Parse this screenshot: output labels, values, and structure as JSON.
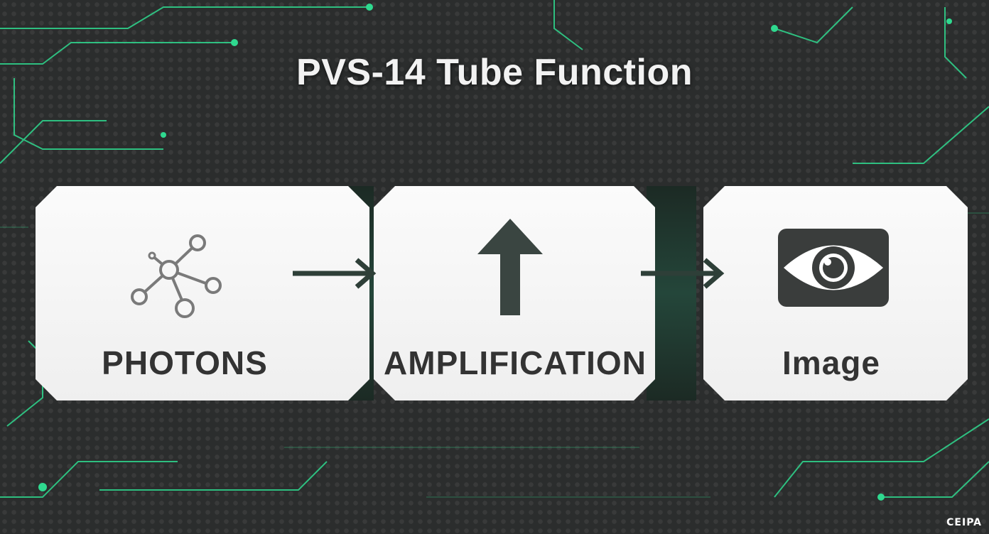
{
  "title": "PVS-14 Tube Function",
  "steps": [
    {
      "label": "PHOTONS",
      "icon": "molecule-icon"
    },
    {
      "label": "AMPLIFICATION",
      "icon": "up-arrow-icon"
    },
    {
      "label": "Image",
      "icon": "eye-icon"
    }
  ],
  "connectors": [
    "right-arrow-icon",
    "right-arrow-icon"
  ],
  "watermark": "CEIPA",
  "colors": {
    "background": "#2b2d2d",
    "circuit_green": "#2fd98f",
    "panel": "#f7f7f7",
    "icon_dark": "#3a4541",
    "text_dark": "#333333"
  }
}
